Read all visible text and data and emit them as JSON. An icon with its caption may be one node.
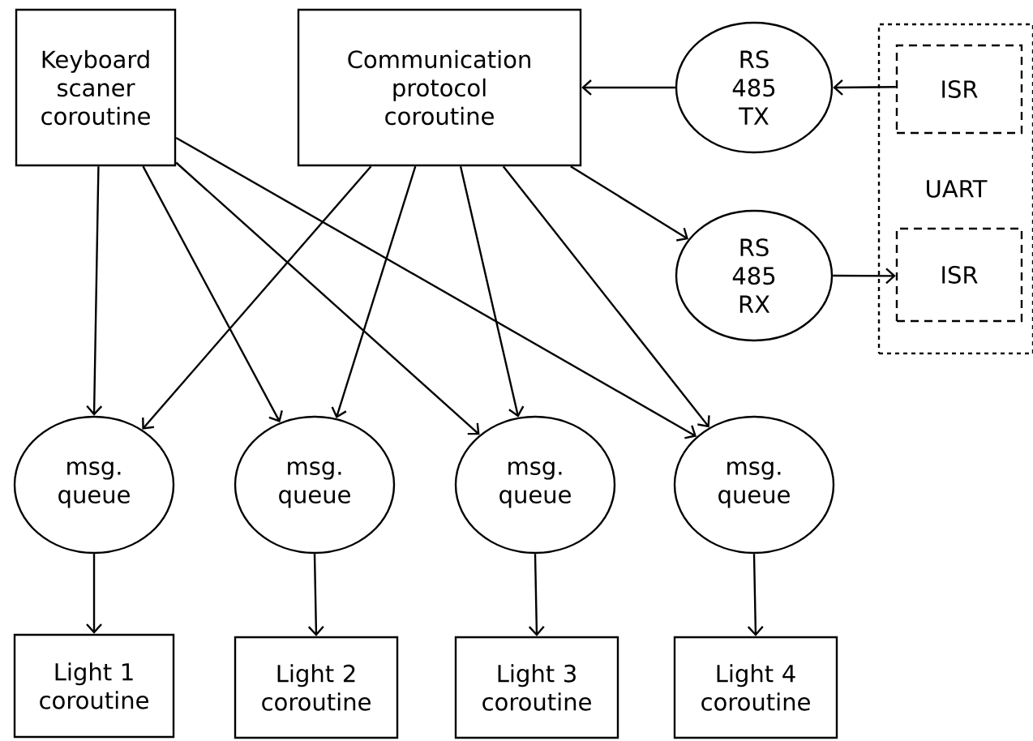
{
  "diagram": {
    "nodes": [
      {
        "text": [
          "Keyboard scaner coroutine"
        ]
      },
      {
        "text": [
          "Communication protocol coroutine"
        ]
      },
      {
        "text": [
          "RS 485 TX"
        ]
      },
      {
        "text": [
          "UART"
        ]
      },
      {
        "text": [
          "ISR"
        ],
        "in": 3
      },
      {
        "text": [
          "RS 485 RX"
        ]
      },
      {
        "text": [
          "ISR"
        ],
        "in": 3
      },
      {
        "text": [
          "msg. queue"
        ]
      },
      {
        "text": [
          "msg. queue"
        ]
      },
      {
        "text": [
          "msg. queue"
        ]
      },
      {
        "text": [
          "msg. queue"
        ]
      },
      {
        "text": [
          "Light 1 coroutine"
        ]
      },
      {
        "text": [
          "Light 2 coroutine"
        ]
      },
      {
        "text": [
          "Light 3 coroutine"
        ]
      },
      {
        "text": [
          "Light 4 coroutine"
        ]
      }
    ],
    "edges": [
      {
        "from": 0,
        "to": 7,
        "arrow": "to"
      },
      {
        "from": 0,
        "to": 8,
        "arrow": "to"
      },
      {
        "from": 0,
        "to": 9,
        "arrow": "to"
      },
      {
        "from": 0,
        "to": 10,
        "arrow": "to"
      },
      {
        "from": 1,
        "to": 7,
        "arrow": "to"
      },
      {
        "from": 1,
        "to": 8,
        "arrow": "to"
      },
      {
        "from": 1,
        "to": 9,
        "arrow": "to"
      },
      {
        "from": 1,
        "to": 10,
        "arrow": "to"
      },
      {
        "from": 1,
        "to": 5,
        "arrow": "to"
      },
      {
        "from": 2,
        "to": 1,
        "arrow": "to"
      },
      {
        "from": 4,
        "to": 2,
        "arrow": "to"
      },
      {
        "from": 5,
        "to": 6,
        "arrow": "to"
      },
      {
        "from": 7,
        "to": 11,
        "arrow": "to"
      },
      {
        "from": 8,
        "to": 12,
        "arrow": "to"
      },
      {
        "from": 9,
        "to": 13,
        "arrow": "to"
      },
      {
        "from": 10,
        "to": 14,
        "arrow": "to"
      }
    ]
  }
}
